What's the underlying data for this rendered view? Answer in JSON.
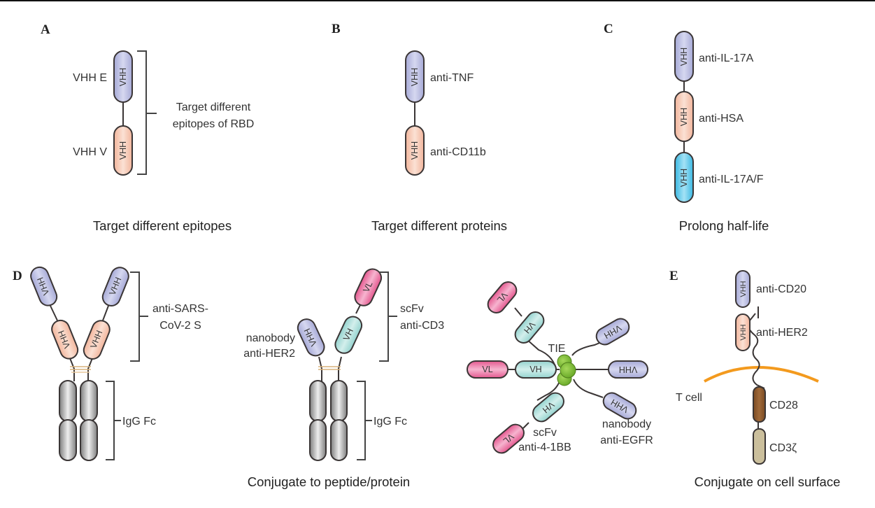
{
  "figure": {
    "colors": {
      "vhh_purple": "#b8bbe0",
      "vhh_peach": "#f6c6b0",
      "vhh_cyan": "#5cc8ea",
      "vh_teal": "#a9dcd8",
      "vl_pink": "#ea74a6",
      "fc_gray": "#9a9a9a",
      "hinge_gold": "#d9b27a",
      "tie_green": "#86c440",
      "membrane_orange": "#f39a1e",
      "cd28_brown": "#8b5a2b",
      "cd3z_tan": "#cbbf9c"
    },
    "panels": {
      "A": {
        "letter": "A",
        "domain_text": "VHH",
        "domain_labels": [
          "VHH E",
          "VHH V"
        ],
        "bracket_label": [
          "Target different",
          "epitopes of RBD"
        ],
        "caption": "Target different epitopes"
      },
      "B": {
        "letter": "B",
        "domain_text": "VHH",
        "domain_labels": [
          "anti-TNF",
          "anti-CD11b"
        ],
        "caption": "Target different proteins"
      },
      "C": {
        "letter": "C",
        "domain_text": "VHH",
        "domain_labels": [
          "anti-IL-17A",
          "anti-HSA",
          "anti-IL-17A/F"
        ],
        "caption": "Prolong half-life"
      },
      "D": {
        "letter": "D",
        "left": {
          "domain_text": "VHH",
          "bracket_top": [
            "anti-SARS-",
            "CoV-2 S"
          ],
          "bracket_bottom": "IgG Fc"
        },
        "middle": {
          "nanobody_label": [
            "nanobody",
            "anti-HER2"
          ],
          "domain_vhh": "VHH",
          "domain_vh": "VH",
          "domain_vl": "VL",
          "bracket_top": [
            "scFv",
            "anti-CD3"
          ],
          "bracket_bottom": "IgG Fc"
        },
        "right": {
          "core_label": "TIE",
          "domain_vhh": "VHH",
          "domain_vh": "VH",
          "domain_vl": "VL",
          "scfv_label": [
            "scFv",
            "anti-4-1BB"
          ],
          "nanobody_label": [
            "nanobody",
            "anti-EGFR"
          ]
        },
        "caption": "Conjugate to peptide/protein"
      },
      "E": {
        "letter": "E",
        "domain_text": "VHH",
        "domain_labels": [
          "anti-CD20",
          "anti-HER2"
        ],
        "cell_label": "T cell",
        "signal_labels": [
          "CD28",
          "CD3ζ"
        ],
        "caption": "Conjugate on cell surface"
      }
    }
  }
}
